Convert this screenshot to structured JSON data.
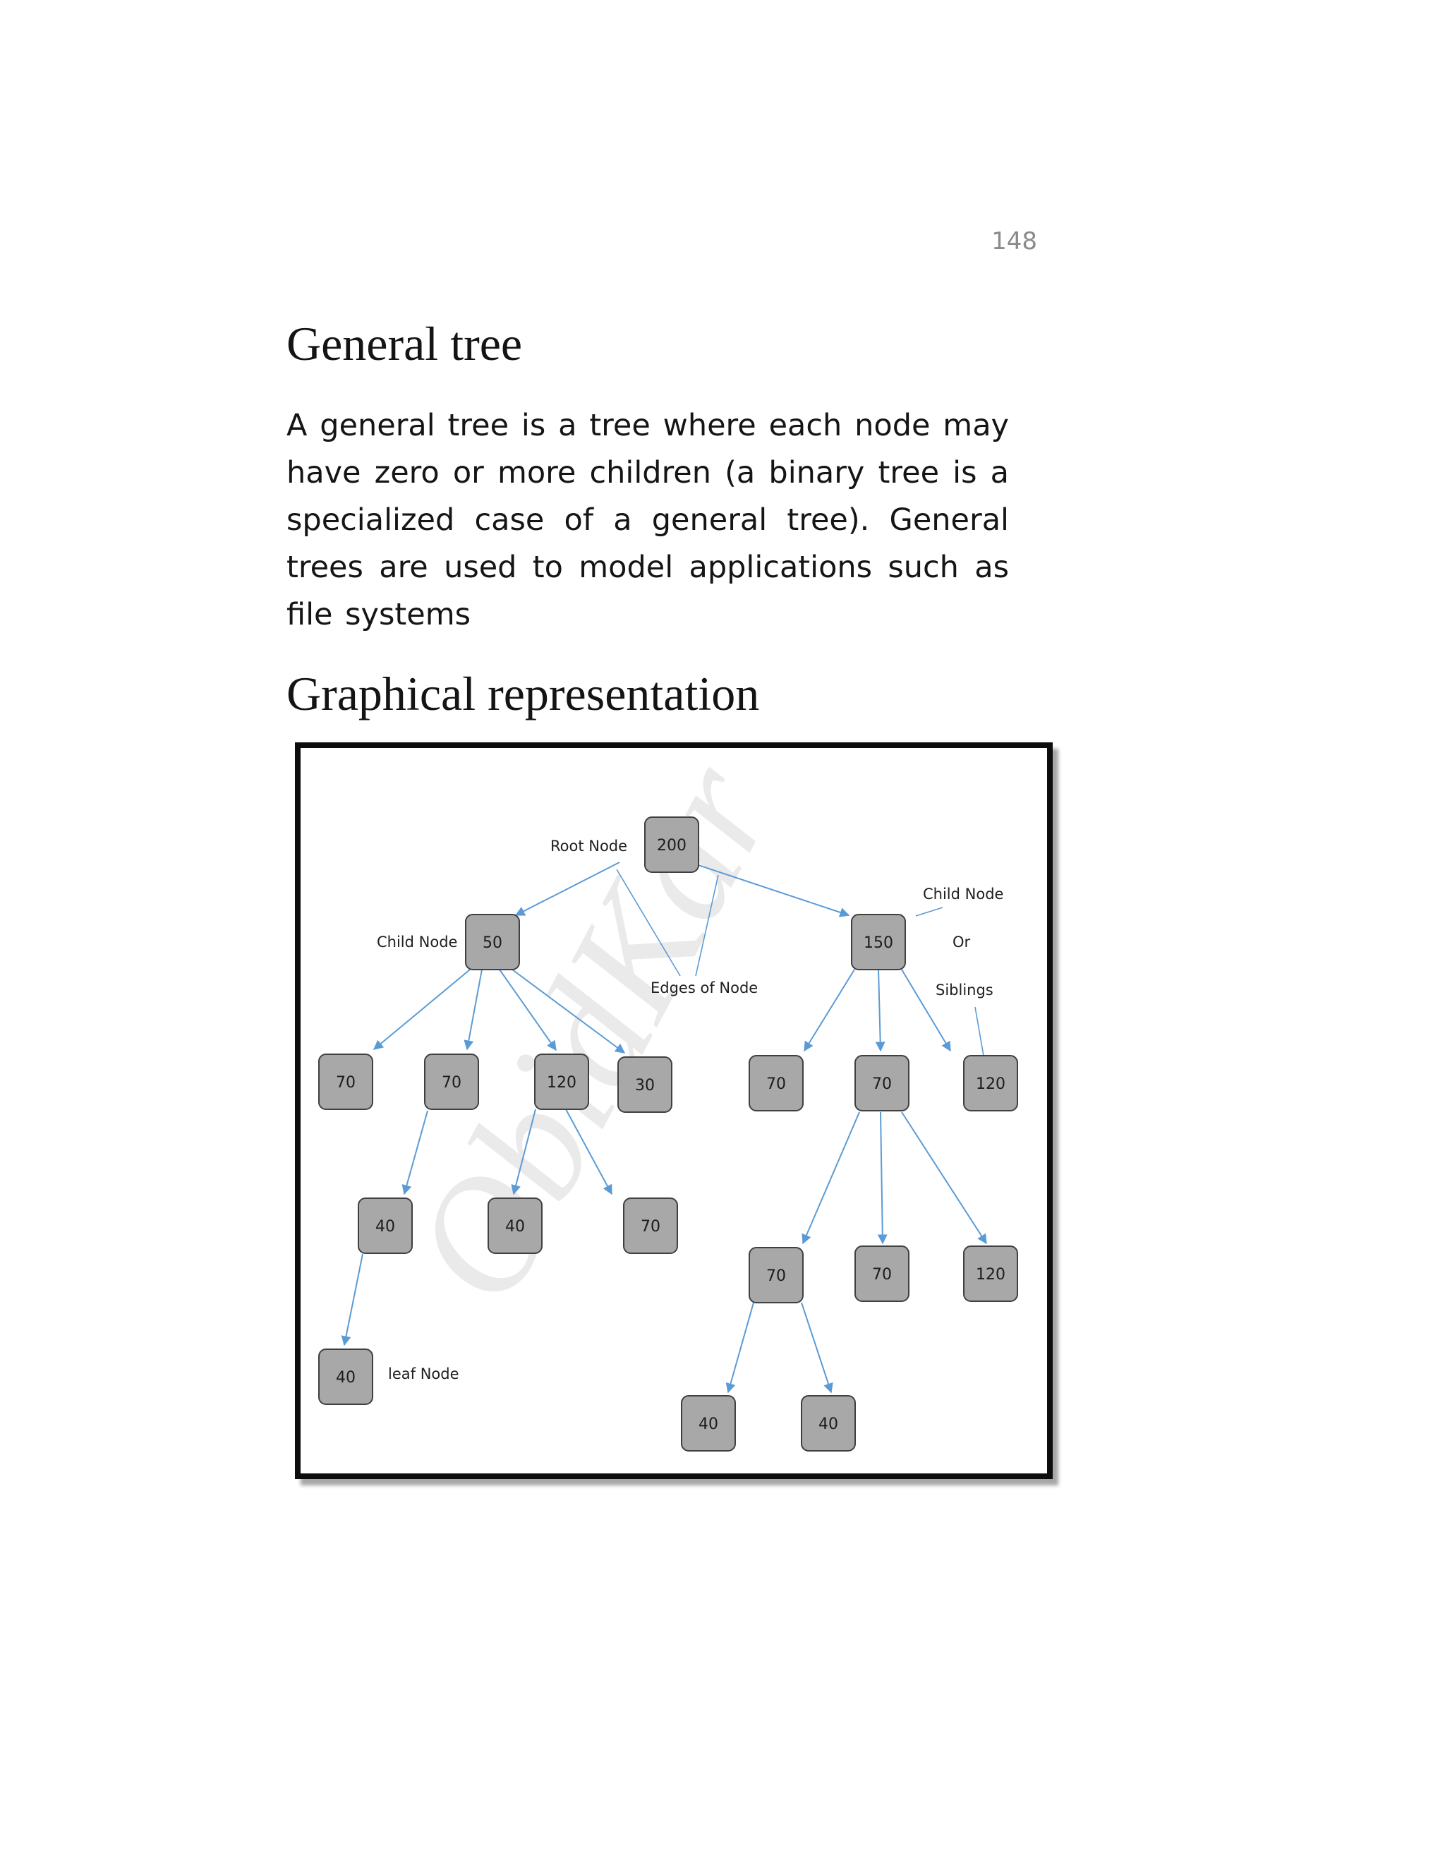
{
  "page_number": "148",
  "section1": {
    "title": "General tree",
    "paragraph": "A general tree is a tree where each node may have zero or more children (a binary tree is a specialized case of a general tree). General trees are used to model applications such as file systems"
  },
  "section2": {
    "title": "Graphical representation"
  },
  "diagram": {
    "watermark": "ObidKar",
    "labels": {
      "root": "Root Node",
      "child_left": "Child  Node",
      "edges": "Edges of Node",
      "child_right": "Child  Node",
      "or": "Or",
      "siblings": "Siblings",
      "leaf": "leaf  Node"
    },
    "nodes": {
      "n200": "200",
      "n50": "50",
      "n150": "150",
      "n70a": "70",
      "n70b": "70",
      "n120a": "120",
      "n30": "30",
      "n70c": "70",
      "n70d": "70",
      "n120b": "120",
      "n40a": "40",
      "n40b": "40",
      "n70e": "70",
      "n70f": "70",
      "n70g": "70",
      "n120c": "120",
      "n40c": "40",
      "n40d": "40",
      "n40e": "40"
    }
  }
}
